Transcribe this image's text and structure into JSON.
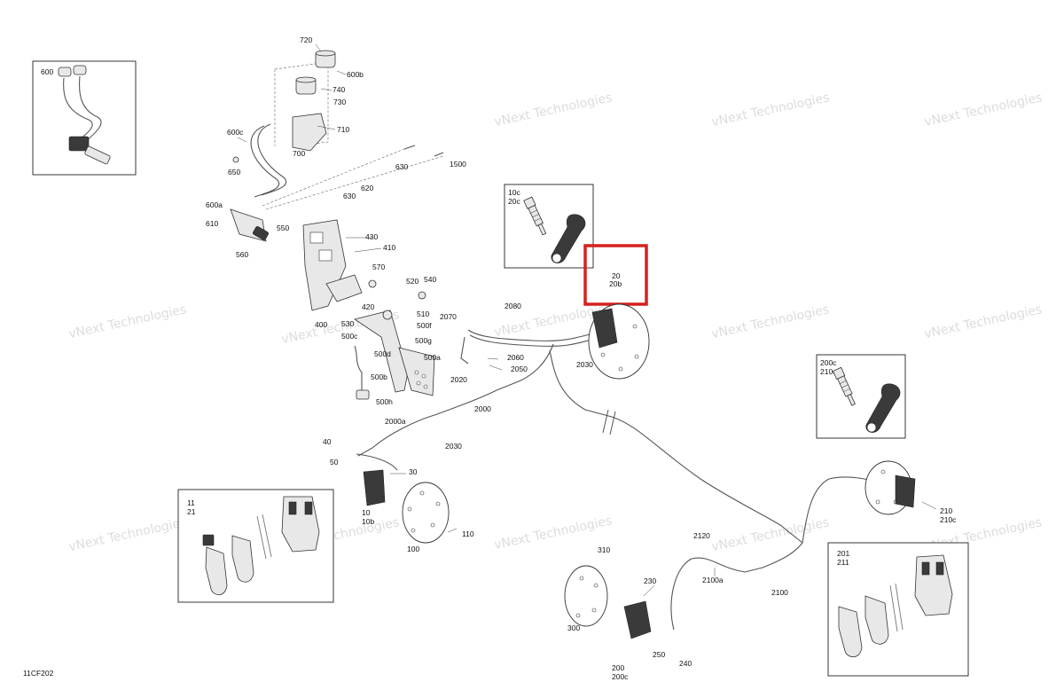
{
  "diagram_code": "11CF202",
  "watermark": "vNext Technologies",
  "highlight": {
    "color": "#d62020",
    "line1": "20",
    "line2": "20b"
  },
  "insets": {
    "box_600": {
      "label": "600"
    },
    "box_10c": {
      "line1": "10c",
      "line2": "20c"
    },
    "box_200c": {
      "line1": "200c",
      "line2": "210c"
    },
    "box_11": {
      "line1": "11",
      "line2": "21"
    },
    "box_201": {
      "line1": "201",
      "line2": "211"
    }
  },
  "callouts": {
    "c720": "720",
    "c600b": "600b",
    "c740": "740",
    "c730": "730",
    "c710": "710",
    "c700": "700",
    "c600c": "600c",
    "c650": "650",
    "c630a": "630",
    "c1500": "1500",
    "c620": "620",
    "c630b": "630",
    "c600a": "600a",
    "c610": "610",
    "c550": "550",
    "c560": "560",
    "c430": "430",
    "c410": "410",
    "c570": "570",
    "c520": "520",
    "c540": "540",
    "c420": "420",
    "c510": "510",
    "c400": "400",
    "c530": "530",
    "c500f": "500f",
    "c500c": "500c",
    "c500g": "500g",
    "c500d": "500d",
    "c500a": "500a",
    "c500b": "500b",
    "c500h": "500h",
    "c2070": "2070",
    "c2080": "2080",
    "c2060": "2060",
    "c2050": "2050",
    "c2030a": "2030",
    "c2020": "2020",
    "c2000": "2000",
    "c2000a": "2000a",
    "c2030b": "2030",
    "c40": "40",
    "c50": "50",
    "c30": "30",
    "c10": "10",
    "c10b": "10b",
    "c100": "100",
    "c110": "110",
    "c310": "310",
    "c230": "230",
    "c300": "300",
    "c250": "250",
    "c240": "240",
    "c200": "200",
    "c200c": "200c",
    "c2120": "2120",
    "c2100a": "2100a",
    "c2100": "2100",
    "c210": "210",
    "c210c": "210c"
  }
}
